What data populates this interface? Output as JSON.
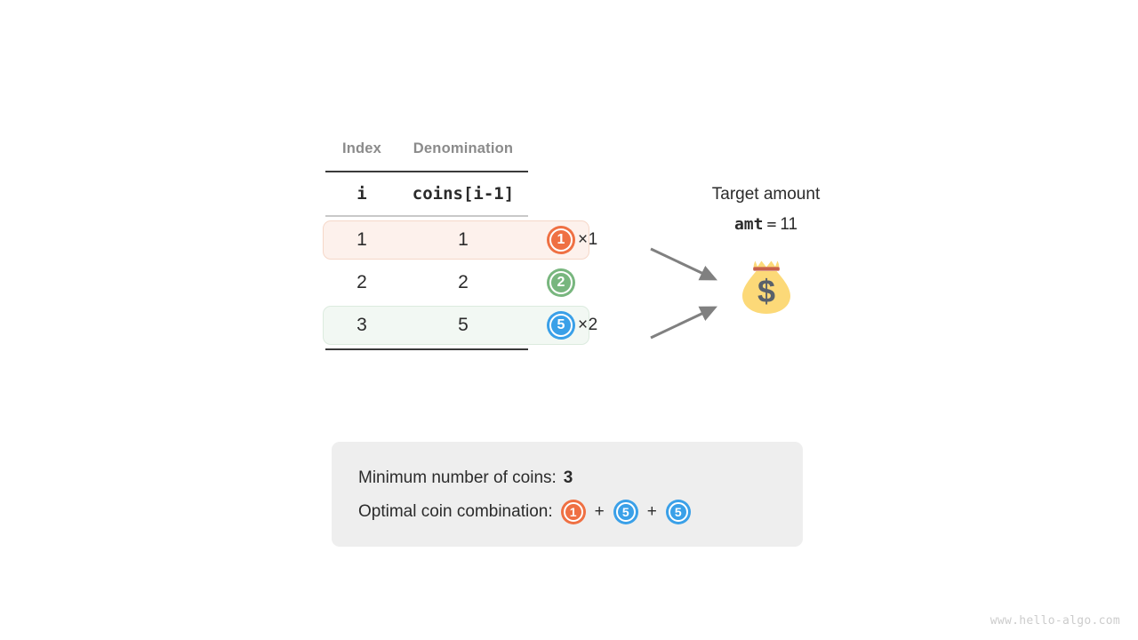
{
  "table": {
    "headers": {
      "index": "Index",
      "denomination": "Denomination"
    },
    "subheaders": {
      "index": "i",
      "denomination": "coins[i-1]"
    },
    "rows": [
      {
        "index": "1",
        "denomination": "1",
        "coin_value": "1",
        "coin_color": "#ef7043",
        "multiplier": "×1",
        "highlight": "orange"
      },
      {
        "index": "2",
        "denomination": "2",
        "coin_value": "2",
        "coin_color": "#78b67e",
        "multiplier": "",
        "highlight": "none"
      },
      {
        "index": "3",
        "denomination": "5",
        "coin_value": "5",
        "coin_color": "#3aa0e8",
        "multiplier": "×2",
        "highlight": "green"
      }
    ]
  },
  "target": {
    "label": "Target amount",
    "var_name": "amt",
    "equals": "=",
    "value": "11",
    "bag_icon": "money-bag-icon"
  },
  "summary": {
    "min_coins_label": "Minimum number of coins:",
    "min_coins_value": "3",
    "combination_label": "Optimal coin combination:",
    "combination": [
      {
        "value": "1",
        "color": "#ef7043"
      },
      {
        "value": "5",
        "color": "#3aa0e8"
      },
      {
        "value": "5",
        "color": "#3aa0e8"
      }
    ],
    "plus": "+"
  },
  "watermark": "www.hello-algo.com",
  "colors": {
    "orange": "#ef7043",
    "green": "#78b67e",
    "blue": "#3aa0e8",
    "arrow_gray": "#808080",
    "panel_gray": "#eeeeee",
    "row_orange_bg": "#fdf1ec",
    "row_green_bg": "#f2f8f3",
    "bag_yellow": "#fcd978",
    "bag_band": "#c8614b",
    "text_dark": "#2b2b2b",
    "header_gray": "#8b8b8b"
  }
}
